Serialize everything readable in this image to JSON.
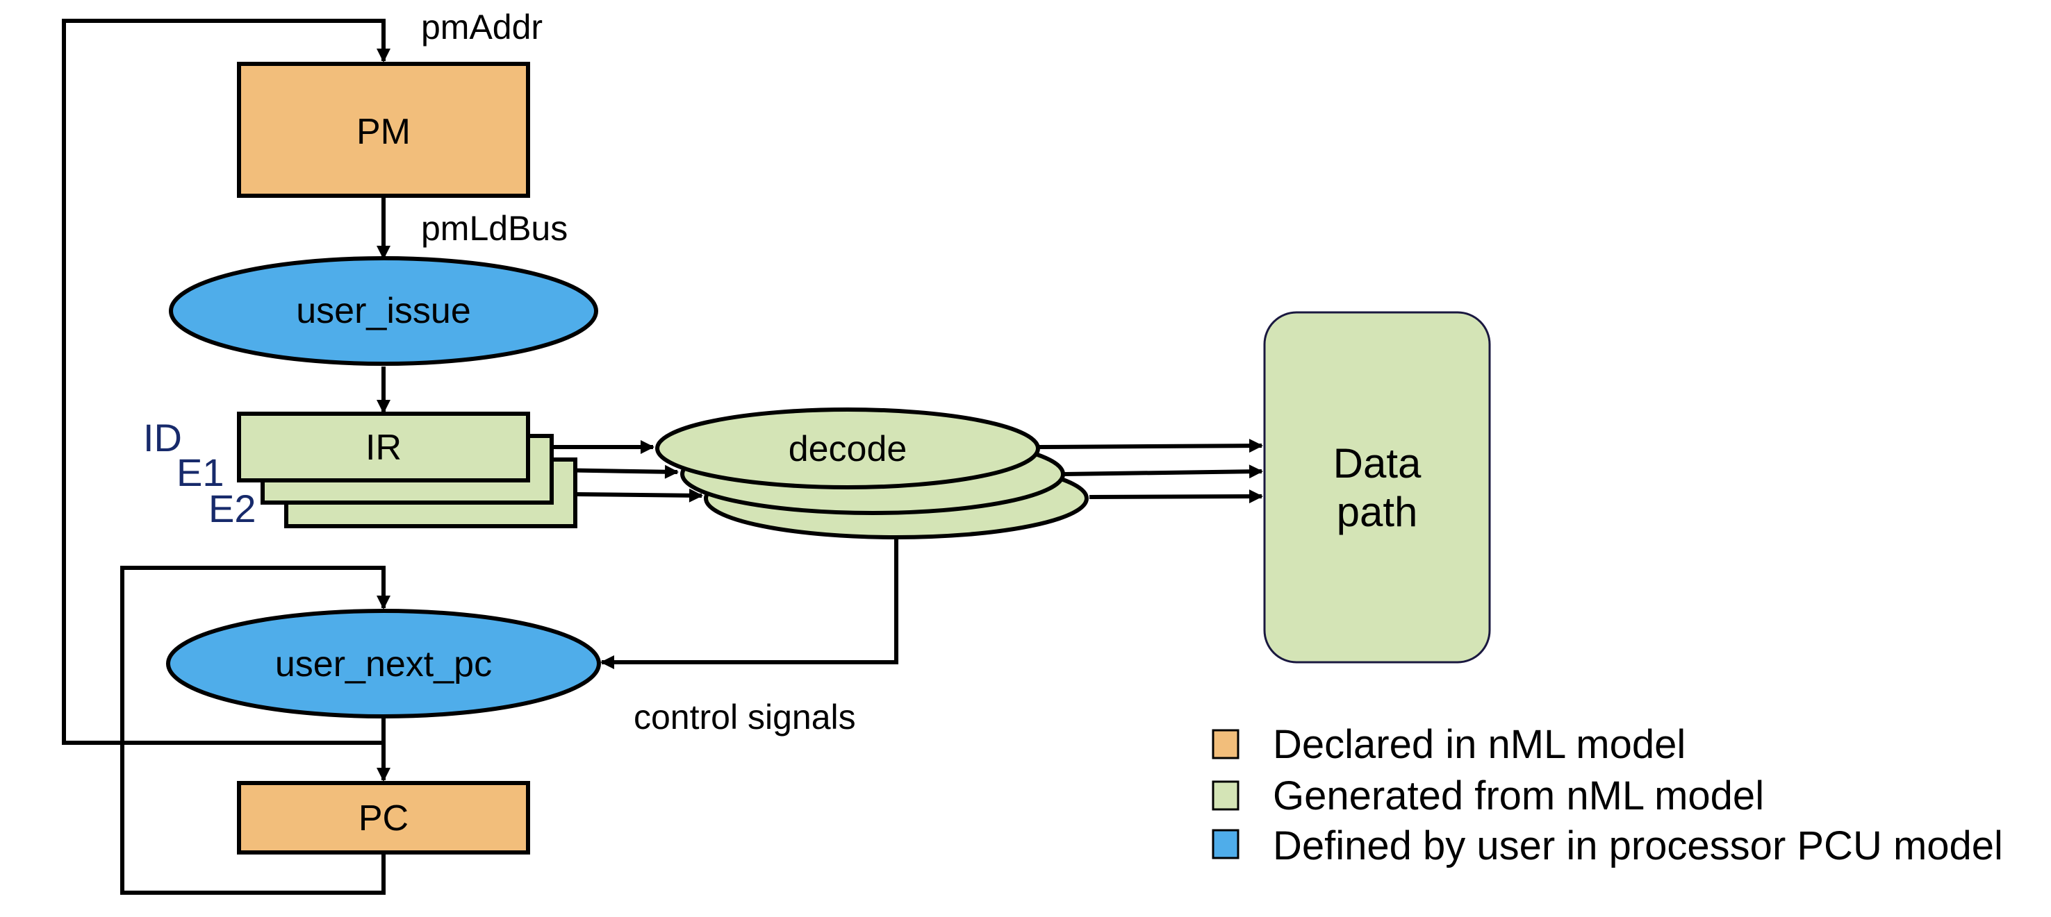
{
  "colors": {
    "declared": "#f2be7b",
    "generated": "#d4e4b6",
    "user": "#4fadea",
    "stage_text": "#172a6b",
    "line": "#000000"
  },
  "nodes": {
    "pm": "PM",
    "user_issue": "user_issue",
    "ir": "IR",
    "decode": "decode",
    "datapath_line1": "Data",
    "datapath_line2": "path",
    "user_next_pc": "user_next_pc",
    "pc": "PC"
  },
  "signals": {
    "pm_addr": "pmAddr",
    "pm_ld_bus": "pmLdBus",
    "control_signals": "control signals"
  },
  "stages": [
    "ID",
    "E1",
    "E2"
  ],
  "legend": [
    {
      "label": "Declared in nML model",
      "color": "#f2be7b"
    },
    {
      "label": "Generated from nML model",
      "color": "#d4e4b6"
    },
    {
      "label": "Defined by user in processor PCU model",
      "color": "#4fadea"
    }
  ]
}
